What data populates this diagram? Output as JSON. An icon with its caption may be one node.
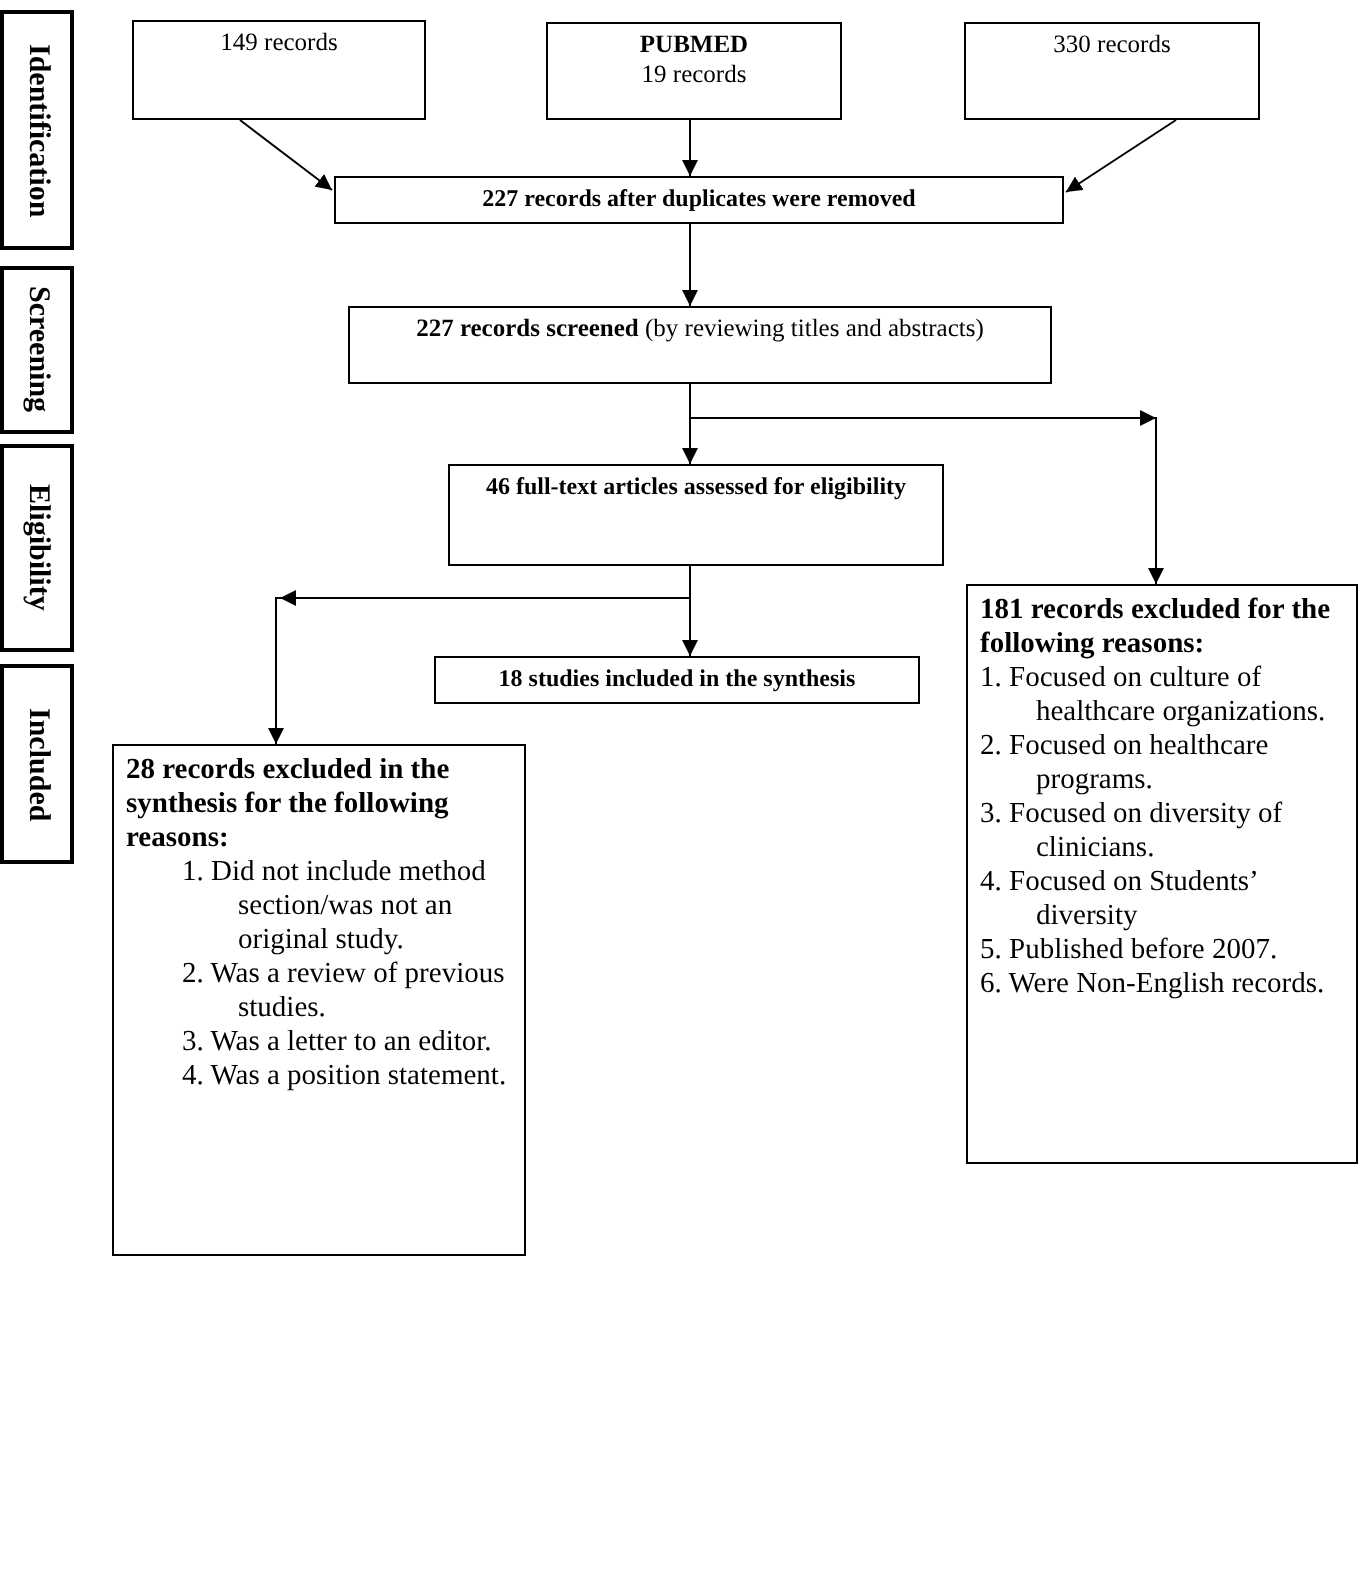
{
  "diagram": {
    "nodes": [
      {
        "text": [
          "Identification"
        ]
      },
      {
        "text": [
          "Screening"
        ]
      },
      {
        "text": [
          "Eligibility"
        ]
      },
      {
        "text": [
          "Included"
        ]
      },
      {
        "text": [
          "149 records"
        ]
      },
      {
        "text": [
          "PUBMED",
          "19 records"
        ]
      },
      {
        "text": [
          "330 records"
        ]
      },
      {
        "text": [
          "227 records after duplicates were removed"
        ]
      },
      {
        "text": [
          "**227 records screened** (by reviewing titles and abstracts)"
        ]
      },
      {
        "text": [
          "46 full-text articles assessed for eligibility"
        ]
      },
      {
        "text": [
          "18 studies included in the synthesis"
        ]
      },
      {
        "text": [
          "181 records excluded for the following reasons:",
          "1. Focused on culture of healthcare organizations.",
          "2. Focused on healthcare programs.",
          "3. Focused on diversity of clinicians.",
          "4. Focused on Students’ diversity",
          "5. Published before 2007.",
          "6. Were Non-English records."
        ]
      },
      {
        "text": [
          "28 records excluded in the synthesis for the following reasons:",
          "1. Did not include method section/was not an original study.",
          "2. Was a review of previous studies.",
          "3. Was a letter to an editor.",
          "4. Was a position statement."
        ]
      }
    ],
    "edges": [
      {
        "from": 4,
        "to": 7,
        "arrow": "to"
      },
      {
        "from": 5,
        "to": 7,
        "arrow": "to"
      },
      {
        "from": 6,
        "to": 7,
        "arrow": "to"
      },
      {
        "from": 7,
        "to": 8,
        "arrow": "to"
      },
      {
        "from": 8,
        "to": 9,
        "arrow": "to"
      },
      {
        "from": 8,
        "to": 11,
        "arrow": "to"
      },
      {
        "from": 9,
        "to": 10,
        "arrow": "to"
      },
      {
        "from": 9,
        "to": 12,
        "arrow": "to"
      }
    ]
  }
}
